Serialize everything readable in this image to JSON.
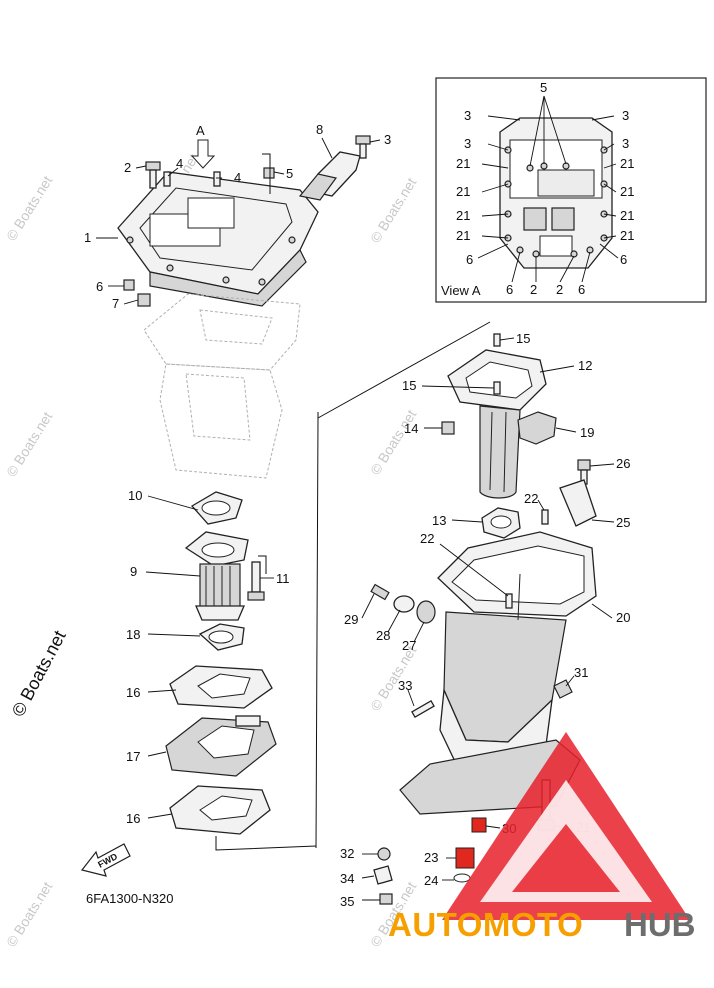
{
  "diagram_code": "6FA1300-N320",
  "view_label": "View A",
  "view_arrow_letter": "A",
  "fwd_label": "FWD",
  "watermark": "© Boats.net",
  "brand": {
    "part1": "AUTOMOTO",
    "part2": "HUB",
    "color1": "#f5a000",
    "color2": "#6d6d6d",
    "triangle": "#e8202a"
  },
  "callouts": [
    {
      "id": "c1",
      "text": "1"
    },
    {
      "id": "c2",
      "text": "2"
    },
    {
      "id": "c4a",
      "text": "4"
    },
    {
      "id": "c4b",
      "text": "4"
    },
    {
      "id": "c5",
      "text": "5"
    },
    {
      "id": "c8",
      "text": "8"
    },
    {
      "id": "c3",
      "text": "3"
    },
    {
      "id": "c6",
      "text": "6"
    },
    {
      "id": "c7",
      "text": "7"
    },
    {
      "id": "c10",
      "text": "10"
    },
    {
      "id": "c9",
      "text": "9"
    },
    {
      "id": "c11",
      "text": "11"
    },
    {
      "id": "c18",
      "text": "18"
    },
    {
      "id": "c16a",
      "text": "16"
    },
    {
      "id": "c17",
      "text": "17"
    },
    {
      "id": "c16b",
      "text": "16"
    },
    {
      "id": "c15a",
      "text": "15"
    },
    {
      "id": "c12",
      "text": "12"
    },
    {
      "id": "c15b",
      "text": "15"
    },
    {
      "id": "c14",
      "text": "14"
    },
    {
      "id": "c19",
      "text": "19"
    },
    {
      "id": "c26",
      "text": "26"
    },
    {
      "id": "c22a",
      "text": "22"
    },
    {
      "id": "c13",
      "text": "13"
    },
    {
      "id": "c25",
      "text": "25"
    },
    {
      "id": "c22b",
      "text": "22"
    },
    {
      "id": "c20",
      "text": "20"
    },
    {
      "id": "c29",
      "text": "29"
    },
    {
      "id": "c28",
      "text": "28"
    },
    {
      "id": "c27",
      "text": "27"
    },
    {
      "id": "c31",
      "text": "31"
    },
    {
      "id": "c33",
      "text": "33"
    },
    {
      "id": "c30",
      "text": "30"
    },
    {
      "id": "c21",
      "text": "21"
    },
    {
      "id": "c32",
      "text": "32"
    },
    {
      "id": "c23",
      "text": "23"
    },
    {
      "id": "c24",
      "text": "24"
    },
    {
      "id": "c34",
      "text": "34"
    },
    {
      "id": "c35",
      "text": "35"
    }
  ],
  "view_a_callouts": [
    {
      "id": "v5",
      "text": "5"
    },
    {
      "id": "v3a",
      "text": "3"
    },
    {
      "id": "v3b",
      "text": "3"
    },
    {
      "id": "v3c",
      "text": "3"
    },
    {
      "id": "v3d",
      "text": "3"
    },
    {
      "id": "v21a",
      "text": "21"
    },
    {
      "id": "v21b",
      "text": "21"
    },
    {
      "id": "v21c",
      "text": "21"
    },
    {
      "id": "v21d",
      "text": "21"
    },
    {
      "id": "v21e",
      "text": "21"
    },
    {
      "id": "v21f",
      "text": "21"
    },
    {
      "id": "v21g",
      "text": "21"
    },
    {
      "id": "v21h",
      "text": "21"
    },
    {
      "id": "v6a",
      "text": "6"
    },
    {
      "id": "v6b",
      "text": "6"
    },
    {
      "id": "v6c",
      "text": "6"
    },
    {
      "id": "v6d",
      "text": "6"
    },
    {
      "id": "v2a",
      "text": "2"
    },
    {
      "id": "v2b",
      "text": "2"
    }
  ],
  "highlight_color": "#e0281e"
}
